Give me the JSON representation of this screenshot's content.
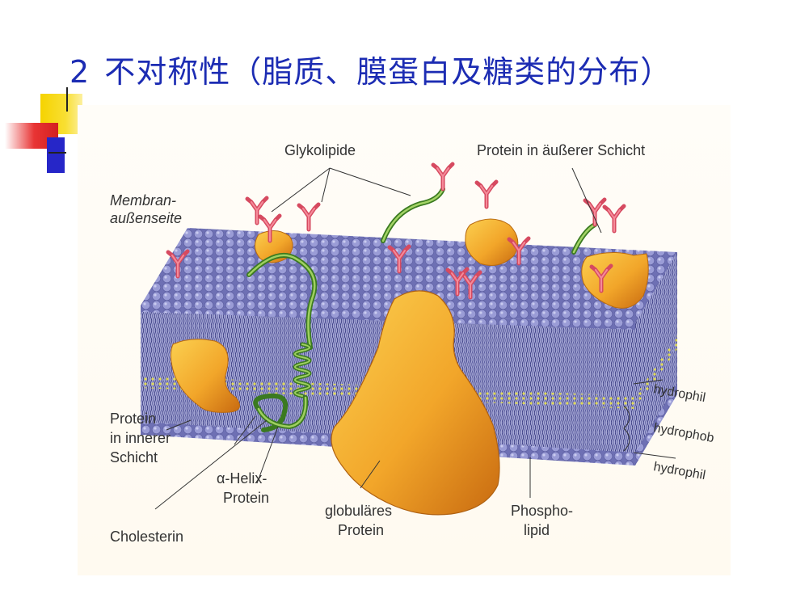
{
  "slide": {
    "number": "2",
    "title": "不对称性（脂质、膜蛋白及糖类的分布）"
  },
  "diagram": {
    "labels": {
      "glykolipide": "Glykolipide",
      "protein_outer": "Protein in äußerer Schicht",
      "membran_line1": "Membran-",
      "membran_line2": "außenseite",
      "hydrophil_top": "hydrophil",
      "hydrophob": "hydrophob",
      "hydrophil_bottom": "hydrophil",
      "protein_inner_line1": "Protein",
      "protein_inner_line2": "in innerer",
      "protein_inner_line3": "Schicht",
      "alpha_helix_line1": "α-Helix-",
      "alpha_helix_line2": "Protein",
      "globular_line1": "globuläres",
      "globular_line2": "Protein",
      "phospho_line1": "Phospho-",
      "phospho_line2": "lipid",
      "cholesterin": "Cholesterin"
    }
  },
  "colors": {
    "title": "#1c2cb3",
    "lipid_head": "#8587c6",
    "protein": "#f0a42a",
    "glycan": "#e5546a",
    "helix": "#7ab648"
  }
}
